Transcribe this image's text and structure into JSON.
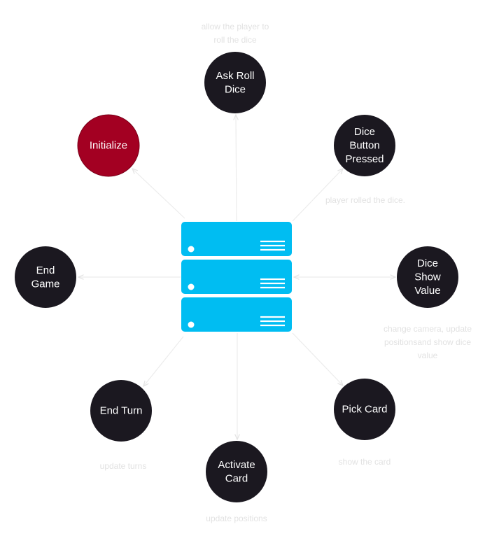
{
  "colors": {
    "node": "#1b1820",
    "active_node": "#a30022",
    "server": "#00bdf2",
    "edge": "#ececec",
    "note": "#e2e2e2"
  },
  "center": {
    "icon": "server-icon"
  },
  "nodes": [
    {
      "id": "ask-roll-dice",
      "lines": [
        "Ask Roll",
        "Dice"
      ],
      "state": "normal"
    },
    {
      "id": "dice-button-pressed",
      "lines": [
        "Dice",
        "Button",
        "Pressed"
      ],
      "state": "normal"
    },
    {
      "id": "dice-show-value",
      "lines": [
        "Dice",
        "Show",
        "Value"
      ],
      "state": "normal"
    },
    {
      "id": "pick-card",
      "lines": [
        "Pick Card"
      ],
      "state": "normal"
    },
    {
      "id": "activate-card",
      "lines": [
        "Activate",
        "Card"
      ],
      "state": "normal"
    },
    {
      "id": "end-turn",
      "lines": [
        "End Turn"
      ],
      "state": "normal"
    },
    {
      "id": "end-game",
      "lines": [
        "End",
        "Game"
      ],
      "state": "normal"
    },
    {
      "id": "initialize",
      "lines": [
        "Initialize"
      ],
      "state": "active"
    }
  ],
  "notes": [
    {
      "id": "ask-roll-dice",
      "lines": [
        "allow the player to",
        "roll the dice"
      ]
    },
    {
      "id": "dice-button-pressed",
      "lines": [
        "player rolled the dice."
      ]
    },
    {
      "id": "dice-show-value",
      "lines": [
        "change camera, update",
        "positionsand show dice",
        "value"
      ]
    },
    {
      "id": "pick-card",
      "lines": [
        "show the card"
      ]
    },
    {
      "id": "activate-card",
      "lines": [
        "update positions"
      ]
    },
    {
      "id": "end-turn",
      "lines": [
        "update turns"
      ]
    }
  ]
}
